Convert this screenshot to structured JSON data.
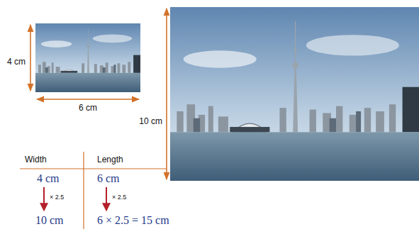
{
  "diagram": {
    "labels": [
      "4 cm",
      "6 cm",
      "10 cm",
      "Width",
      "Length",
      "4 cm",
      "6 cm",
      "× 2.5",
      "× 2.5",
      "10 cm",
      "6 × 2.5 = 15 cm"
    ]
  }
}
